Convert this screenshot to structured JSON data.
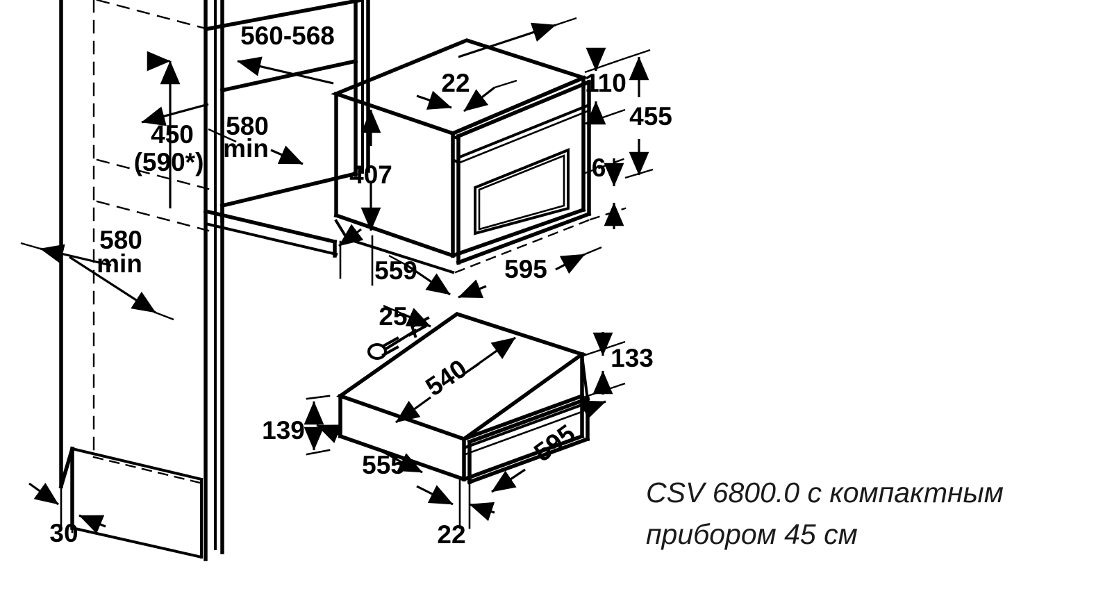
{
  "drawing": {
    "title": "CSV 6800.0 installation dimensions",
    "units": "mm",
    "line_color": "#000000",
    "background_color": "#ffffff"
  },
  "caption": {
    "line1": "CSV 6800.0 с компактным",
    "line2": "прибором 45 см"
  },
  "dimensions": {
    "niche_width": "560-568",
    "niche_height": "450",
    "niche_height_alt": "(590*)",
    "depth_min_top": "580",
    "depth_min_top_unit": "min",
    "depth_min_bottom": "580",
    "depth_min_bottom_unit": "min",
    "plinth_offset": "30",
    "oven_top_gap": "22",
    "oven_front_top": "110",
    "oven_front_height": "455",
    "oven_body_height": "407",
    "oven_front_bottom": "6",
    "oven_body_depth": "559",
    "oven_front_width": "595",
    "drawer_gap": "25",
    "drawer_inner_depth": "540",
    "drawer_front_height": "133",
    "drawer_width": "595",
    "drawer_body_height": "139",
    "drawer_body_depth": "555",
    "drawer_bottom_gap": "22"
  },
  "icons": {
    "power_cord": "power-cord-icon"
  }
}
